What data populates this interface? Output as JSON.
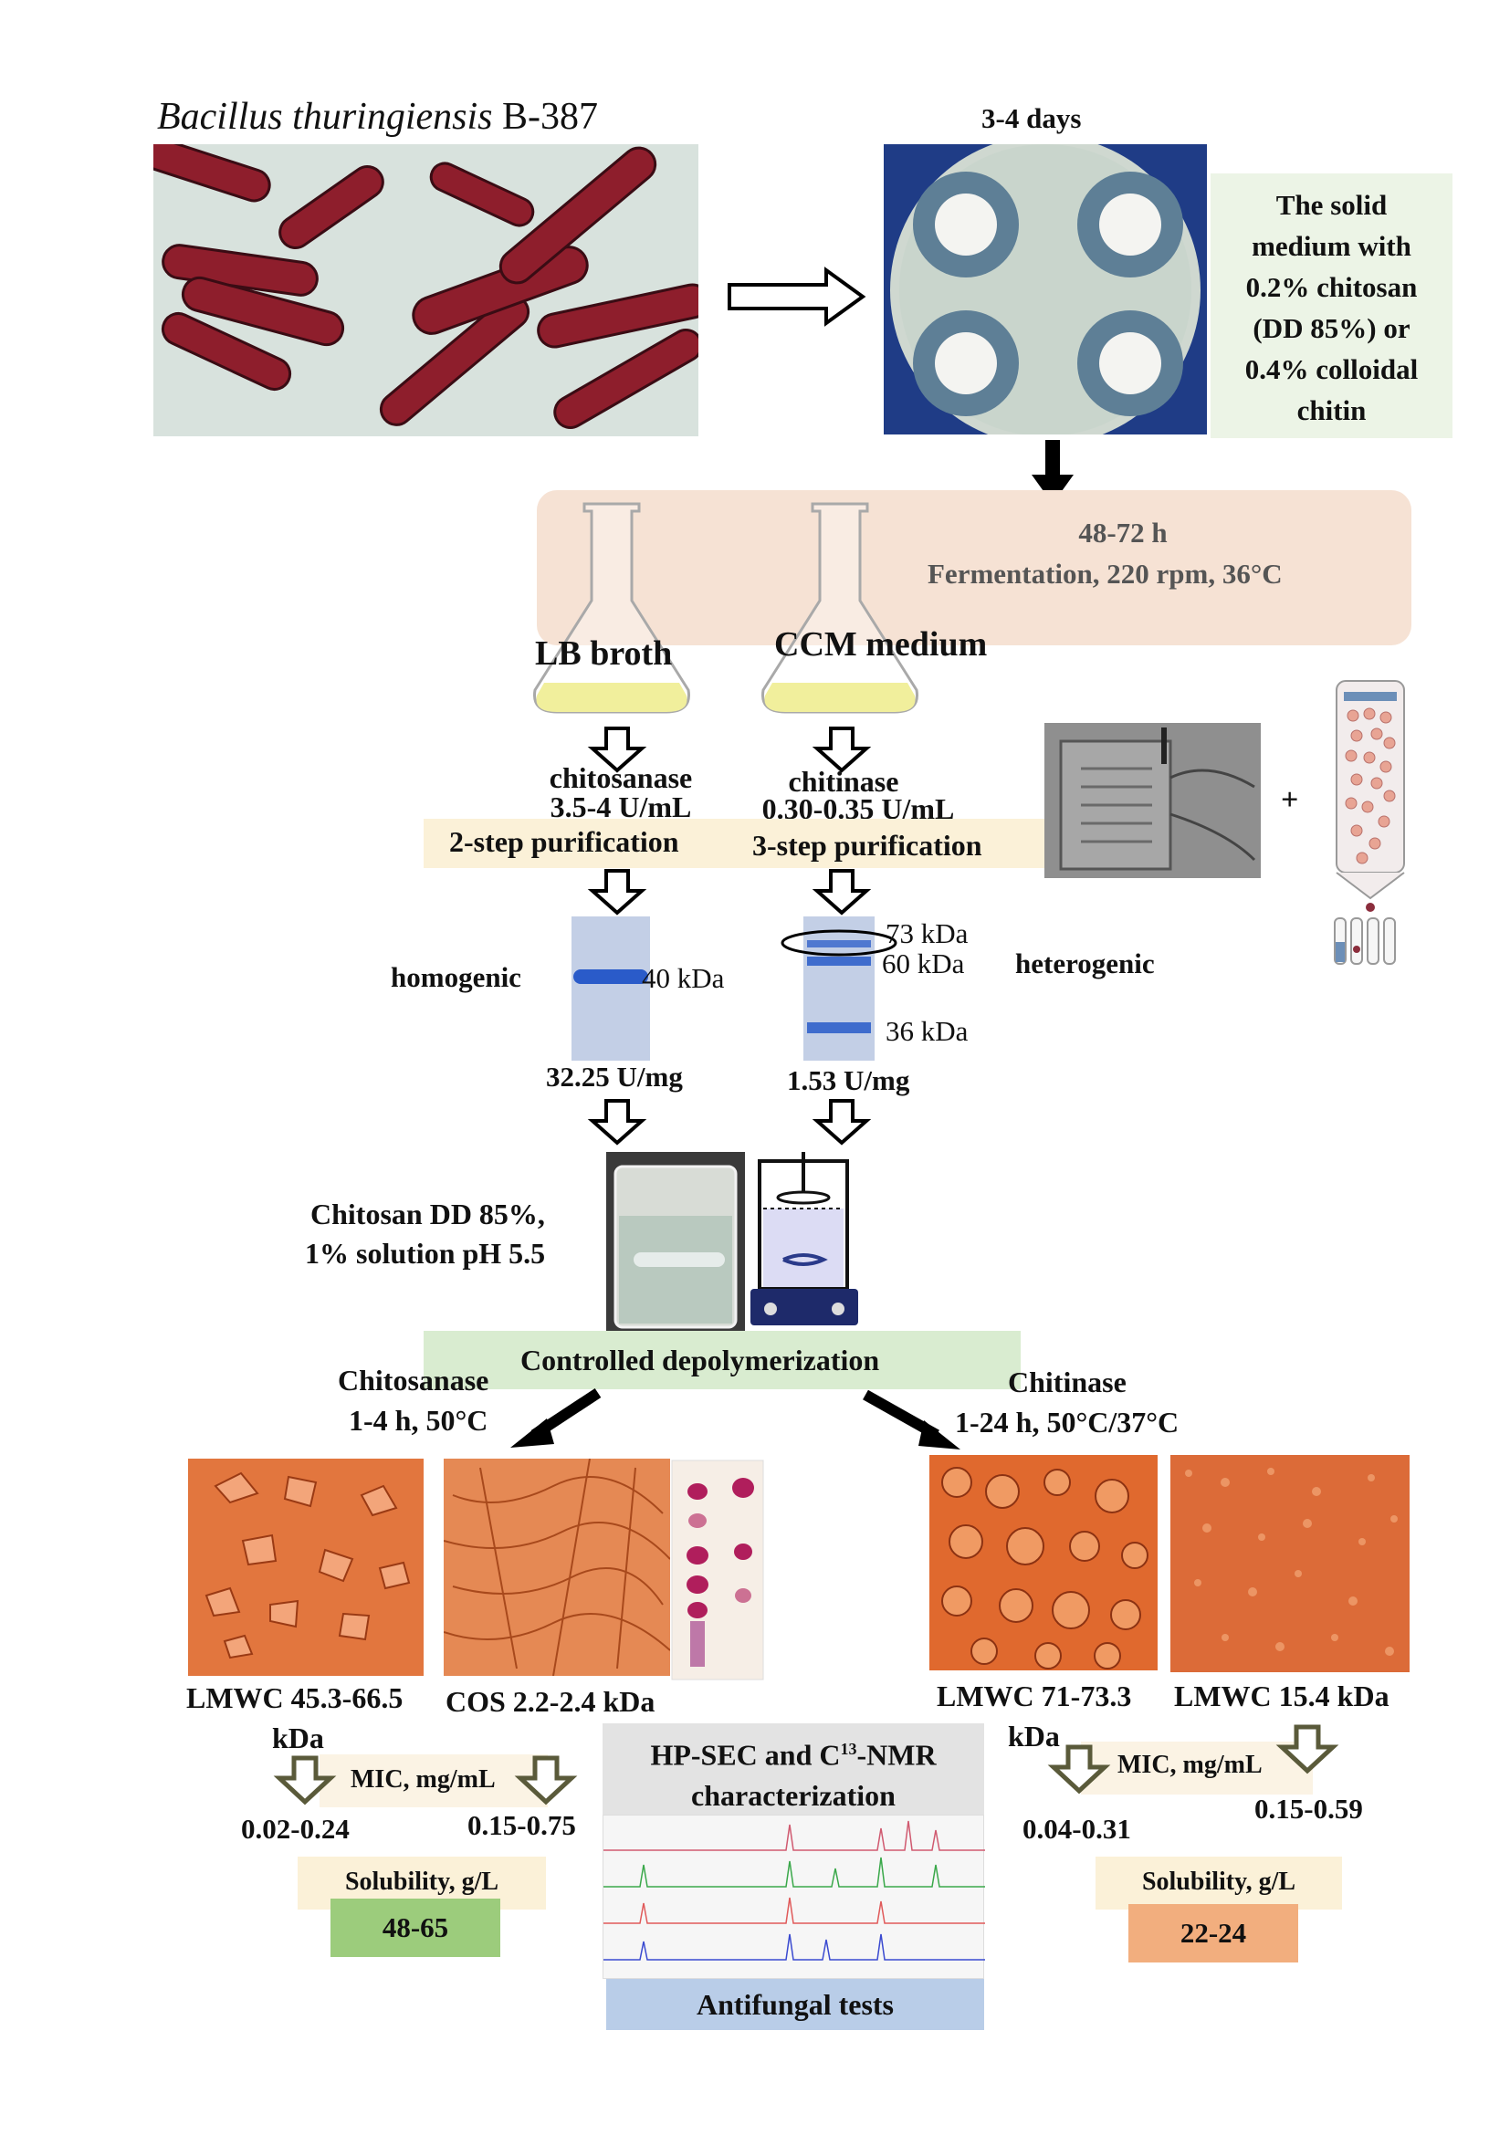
{
  "header": {
    "organism_italic": "Bacillus thuringiensis",
    "strain": "B-387",
    "incubation": "3-4 days"
  },
  "medium_box": {
    "lines": [
      "The solid",
      "medium with",
      "0.2% chitosan",
      "(DD 85%) or",
      "0.4% colloidal",
      "chitin"
    ]
  },
  "fermentation": {
    "time": "48-72 h",
    "conditions": "Fermentation, 220 rpm, 36°C"
  },
  "flasks": {
    "left_label": "LB broth",
    "right_label": "CCM medium"
  },
  "enzymes": {
    "left_name": "chitosanase",
    "left_activity": "3.5-4 U/mL",
    "left_purification": "2-step purification",
    "right_name": "chitinase",
    "right_activity": "0.30-0.35 U/mL",
    "right_purification": "3-step purification",
    "plus": "+"
  },
  "gels": {
    "left_state": "homogenic",
    "left_band": "40 kDa",
    "left_specific": "32.25 U/mg",
    "right_state": "heterogenic",
    "right_band1": "73 kDa",
    "right_band2": "60 kDa",
    "right_band3": "36 kDa",
    "right_specific": "1.53 U/mg"
  },
  "substrate": {
    "line1": "Chitosan DD 85%,",
    "line2": "1% solution pH 5.5"
  },
  "depolymerization": {
    "title": "Controlled depolymerization",
    "left_enzyme": "Chitosanase",
    "left_cond": "1-4 h, 50°C",
    "right_enzyme": "Chitinase",
    "right_cond": "1-24 h, 50°C/37°C"
  },
  "products": {
    "p1_a": "LMWC 45.3-66.5",
    "p1_b": "kDa",
    "p2": "COS 2.2-2.4 kDa",
    "p3_a": "LMWC 71-73.3",
    "p3_b": "kDa",
    "p4": "LMWC 15.4 kDa"
  },
  "mic": {
    "label": "MIC, mg/mL",
    "left_a": "0.02-0.24",
    "left_b": "0.15-0.75",
    "right_a": "0.04-0.31",
    "right_b": "0.15-0.59"
  },
  "solubility": {
    "label": "Solubility, g/L",
    "left_value": "48-65",
    "right_value": "22-24"
  },
  "characterization": {
    "line1": "HP-SEC and C",
    "sup": "13",
    "line1_end": "-NMR",
    "line2": "characterization",
    "footer": "Antifungal tests"
  },
  "colors": {
    "green_box": "#ecf4e6",
    "peach_box": "#f6e2d4",
    "yellow_strip": "#fbf1d8",
    "depoly_green": "#d9ecd0",
    "sol_green": "#9ccc7c",
    "sol_orange": "#f2ae7e",
    "antifungal_blue": "#b9cde8",
    "gel_blue": "#2a5bc9"
  }
}
